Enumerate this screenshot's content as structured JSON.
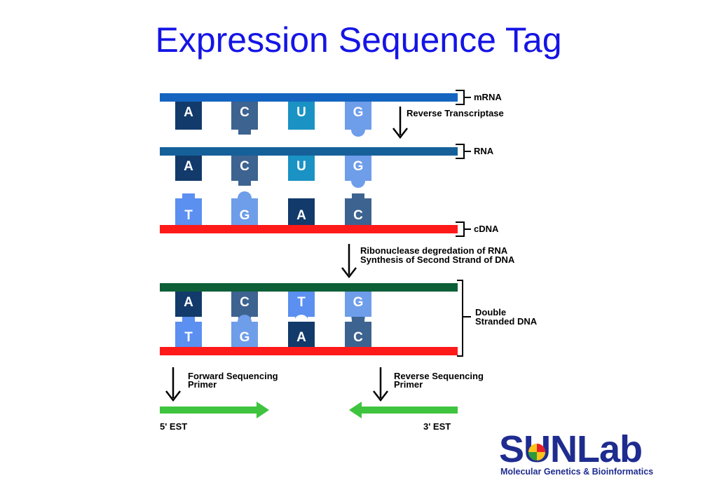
{
  "title": "Expression Sequence Tag",
  "labels": {
    "mrna": "mRNA",
    "reverse_transcriptase": "Reverse Transcriptase",
    "rna": "RNA",
    "cdna": "cDNA",
    "ribonuclease_line1": "Ribonuclease degredation of RNA",
    "ribonuclease_line2": "Synthesis of Second Strand of DNA",
    "double_line1": "Double",
    "double_line2": "Stranded DNA",
    "forward_line1": "Forward Sequencing",
    "forward_line2": "Primer",
    "reverse_line1": "Reverse Sequencing",
    "reverse_line2": "Primer",
    "est5": "5' EST",
    "est3": "3' EST"
  },
  "rows": {
    "mrna_bases": [
      "A",
      "C",
      "U",
      "G"
    ],
    "rna_bases": [
      "A",
      "C",
      "U",
      "G"
    ],
    "cdna_bases": [
      "T",
      "G",
      "A",
      "C"
    ],
    "ds_top_bases": [
      "A",
      "C",
      "T",
      "G"
    ],
    "ds_bottom_bases": [
      "T",
      "G",
      "A",
      "C"
    ]
  },
  "colors": {
    "title": "#1414e6",
    "mrna_strand": "#1565c0",
    "rna_strand": "#16609a",
    "cdna_strand": "#ff1a1a",
    "ds_top_strand": "#0d5f38",
    "primer_arrow": "#3ec43e",
    "base_A": "#123a6b",
    "base_C": "#3d6390",
    "base_U": "#1a92c4",
    "base_G": "#6e9dea",
    "base_T": "#5b8ff0",
    "logo": "#1f2c8f"
  },
  "logo": {
    "word_part1": "SUN",
    "word_part2": "Lab",
    "subtitle": "Molecular Genetics & Bioinformatics"
  }
}
